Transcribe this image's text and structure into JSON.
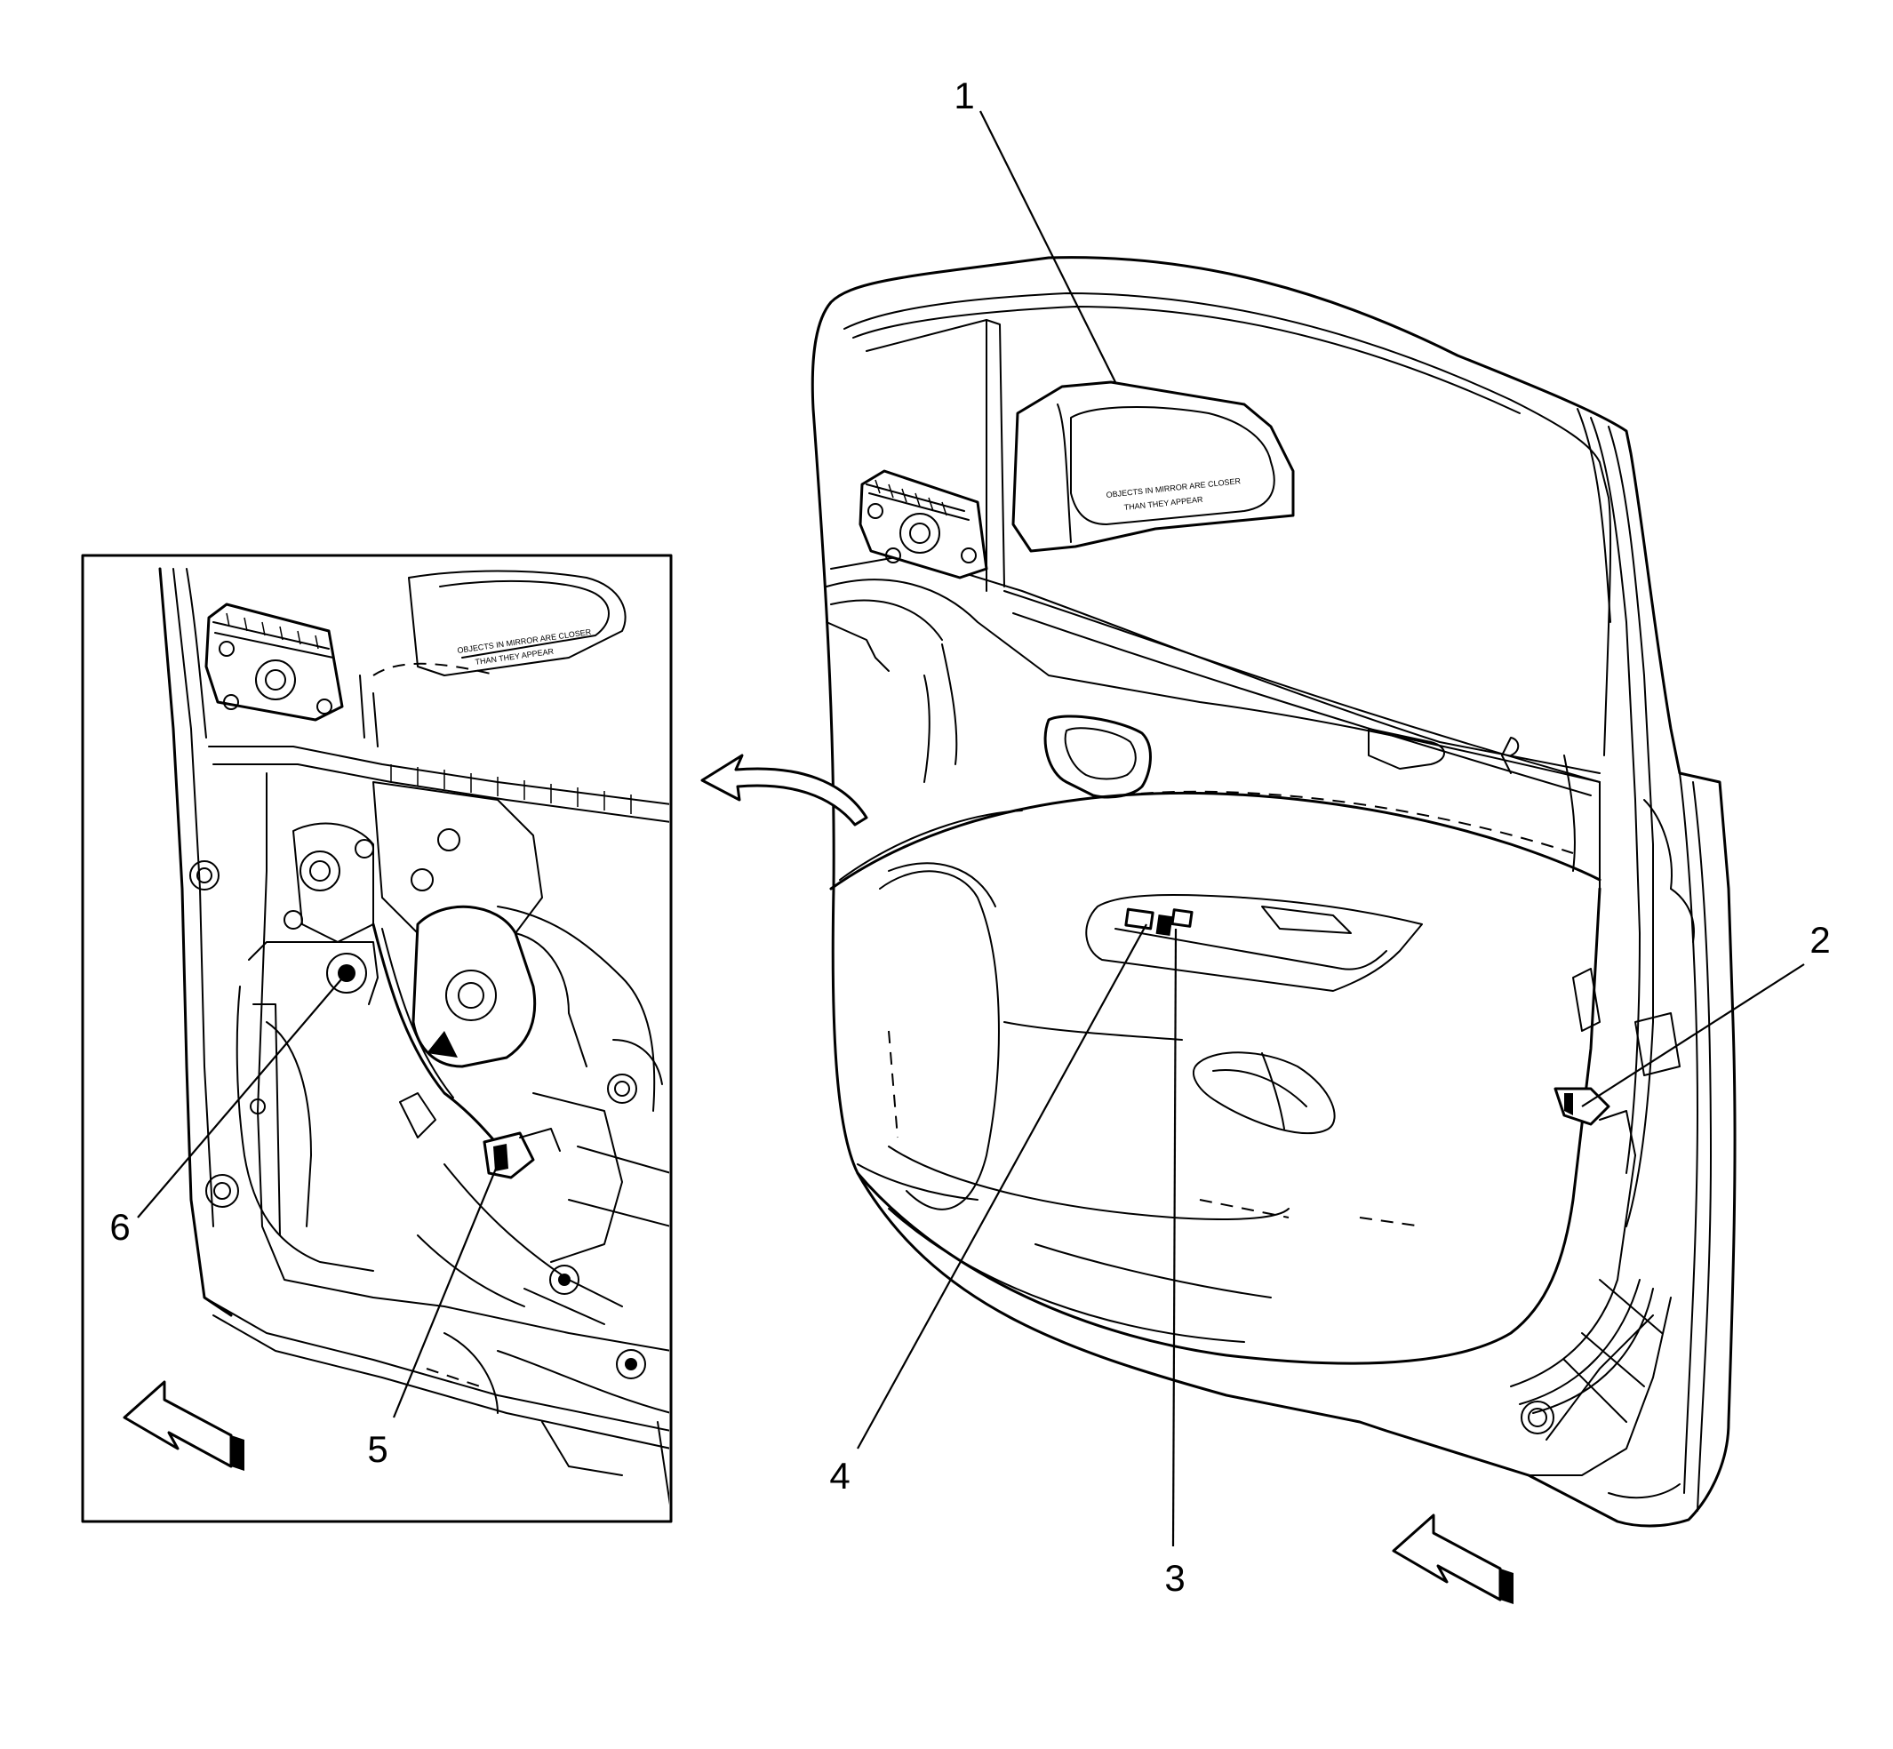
{
  "callouts": [
    {
      "label": "1"
    },
    {
      "label": "2"
    },
    {
      "label": "3"
    },
    {
      "label": "4"
    },
    {
      "label": "5"
    },
    {
      "label": "6"
    }
  ],
  "colors": {
    "line": "#000000",
    "background": "#ffffff"
  },
  "icons": [
    "view-direction-arrow-icon",
    "view-direction-arrow-icon",
    "detail-reference-arrow-icon"
  ]
}
